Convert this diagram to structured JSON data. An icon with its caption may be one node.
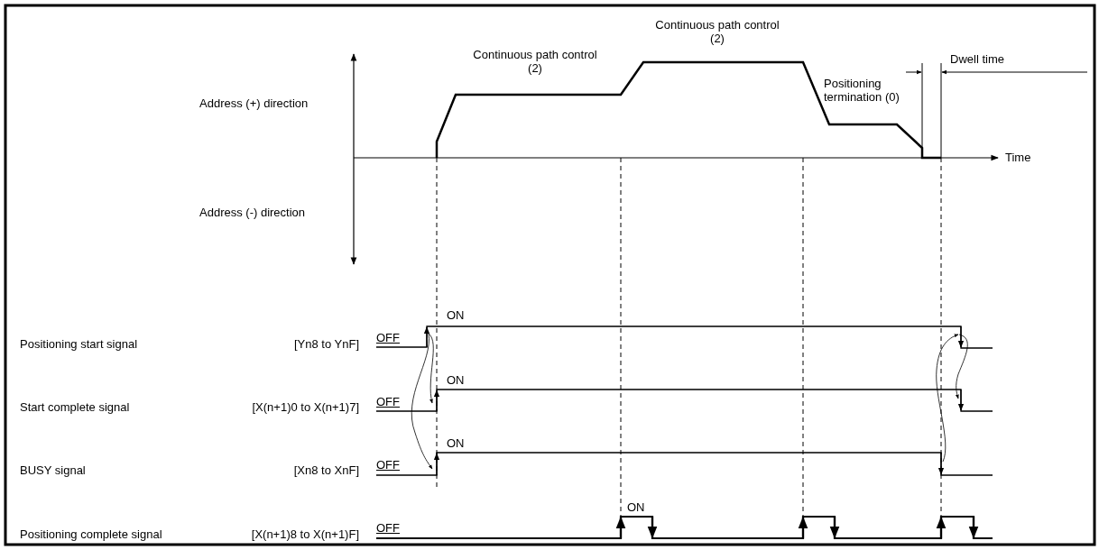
{
  "diagram": {
    "labels": [
      "Continuous path control (2)",
      "Continuous path control (2)",
      "Dwell time",
      "Positioning termination (0)",
      "Address (+) direction",
      "Time",
      "Address (-) direction",
      "ON",
      "Positioning start signal",
      "[Yn8 to YnF]",
      "OFF",
      "ON",
      "Start complete signal",
      "[X(n+1)0 to X(n+1)7]",
      "OFF",
      "ON",
      "BUSY signal",
      "[Xn8 to XnF]",
      "OFF",
      "ON",
      "Positioning complete signal",
      "[X(n+1)8 to X(n+1)F]",
      "OFF"
    ]
  }
}
